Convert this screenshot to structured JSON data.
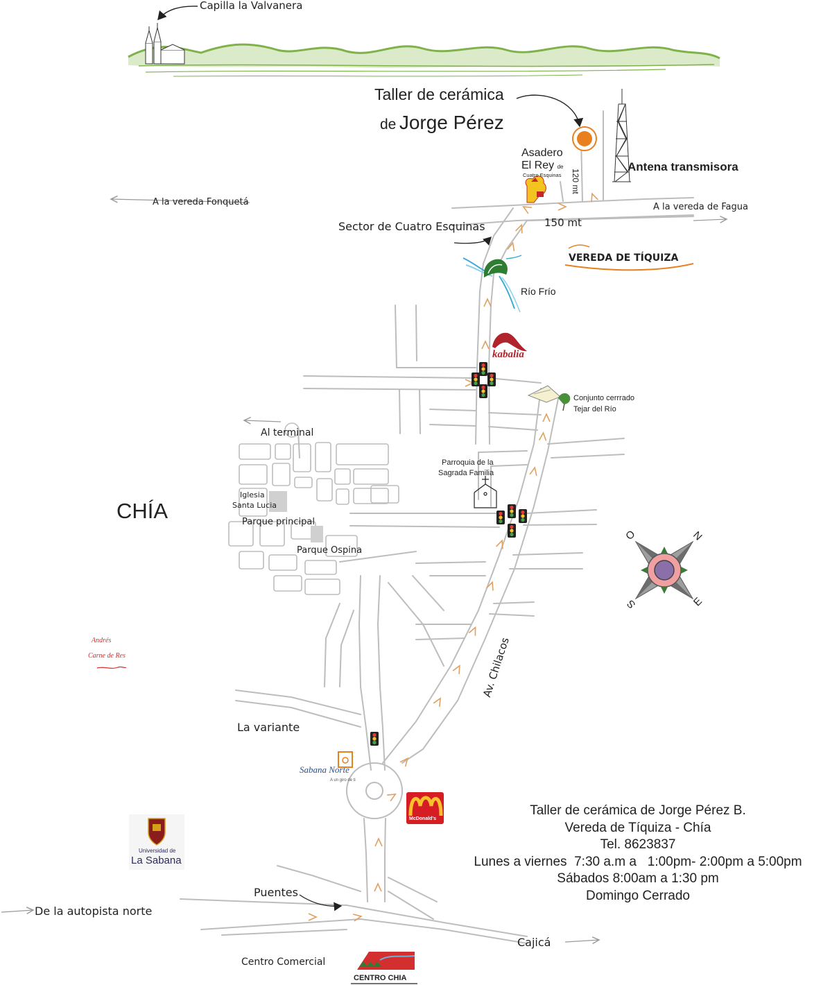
{
  "map": {
    "chapel": "Capilla la Valvanera",
    "title_line1": "Taller de cerámica",
    "title_line2_prefix": "de",
    "title_line2_name": "Jorge Pérez",
    "asadero_line1": "Asadero",
    "asadero_line2": "El Rey",
    "asadero_de": "de",
    "asadero_line3": "Cuatro Esquinas",
    "dist_120": "120 mt",
    "antenna": "Antena transmisora",
    "to_fonqueta": "A la vereda Fonquetá",
    "to_fagua": "A la vereda de Fagua",
    "dist_150": "150 mt",
    "sector": "Sector de Cuatro Esquinas",
    "vereda": "VEREDA DE TÍQUIZA",
    "river": "Río Frío",
    "kabalia": "kabalia",
    "conjunto_line1": "Conjunto cerrrado",
    "conjunto_line2": "Tejar del Río",
    "terminal": "Al terminal",
    "parroquia_line1": "Parroquia de la",
    "parroquia_line2": "Sagrada Familia",
    "town": "CHÍA",
    "iglesia_line1": "Iglesia",
    "iglesia_line2": "Santa Lucia",
    "parque_principal": "Parque principal",
    "parque_ospina": "Parque Ospina",
    "avenue": "Av. Chilacos",
    "variante": "La variante",
    "puentes": "Puentes",
    "autopista": "De la autopista norte",
    "cajica": "Cajicá",
    "centro_comercial": "Centro Comercial",
    "centro_chia": "CENTRO CHIA",
    "andres_line1": "Andrés",
    "andres_line2": "Carne de Res",
    "sabana_norte": "Sabana Norte",
    "sabana_norte_tag": "A un giro de ti",
    "mcdonalds": "McDonald's",
    "univ_line1": "Universidad de",
    "univ_line2": "La Sabana",
    "compass": {
      "n": "N",
      "e": "E",
      "s": "S",
      "o": "O"
    }
  },
  "info": {
    "line1": "Taller de cerámica de Jorge Pérez B.",
    "line2": "Vereda de Tíquiza - Chía",
    "line3": "Tel. 8623837",
    "line4": "Lunes a viernes  7:30 a.m a   1:00pm- 2:00pm a 5:00pm",
    "line5": "Sábados 8:00am a 1:30 pm",
    "line6": "Domingo Cerrado"
  },
  "colors": {
    "road": "#bdbdbd",
    "arrow": "#e0a060",
    "mountain": "#7fb24a",
    "destination": "#e8801e",
    "kabalia": "#b0242b",
    "river": "#3fa9d6"
  }
}
